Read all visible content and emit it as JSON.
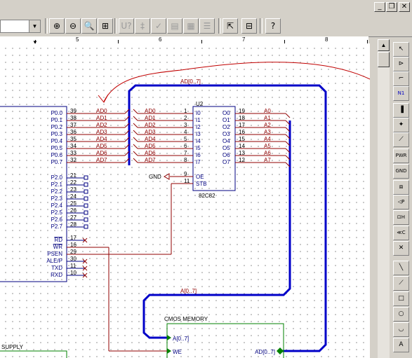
{
  "window_buttons": {
    "minimize": "_",
    "restore": "❐",
    "close": "✕"
  },
  "toolbar": {
    "buttons": [
      {
        "name": "zoom-in-icon",
        "glyph": "⊕"
      },
      {
        "name": "zoom-out-icon",
        "glyph": "⊖"
      },
      {
        "name": "zoom-area-icon",
        "glyph": "🔍"
      },
      {
        "name": "zoom-all-icon",
        "glyph": "⊞"
      },
      {
        "name": "unknown-part-icon",
        "glyph": "U?"
      },
      {
        "name": "annotate-icon",
        "glyph": "‡"
      },
      {
        "name": "drc-check-icon",
        "glyph": "✓"
      },
      {
        "name": "bom-icon",
        "glyph": "▤"
      },
      {
        "name": "netlist-icon",
        "glyph": "▦"
      },
      {
        "name": "report-icon",
        "glyph": "☰"
      },
      {
        "name": "select-icon",
        "glyph": "⇱"
      },
      {
        "name": "hierarchy-icon",
        "glyph": "⊟"
      },
      {
        "name": "help-icon",
        "glyph": "?"
      }
    ]
  },
  "ruler": {
    "ticks": [
      "5",
      "6",
      "7",
      "8"
    ]
  },
  "palette": {
    "tools": [
      {
        "name": "select-arrow-icon",
        "glyph": "↖"
      },
      {
        "name": "port-icon",
        "glyph": "⊳"
      },
      {
        "name": "wire-icon",
        "glyph": "⌐"
      },
      {
        "name": "net-label-icon",
        "glyph": "N1"
      },
      {
        "name": "bus-icon",
        "glyph": "▐"
      },
      {
        "name": "junction-icon",
        "glyph": "✦"
      },
      {
        "name": "bus-entry-icon",
        "glyph": "⟋"
      },
      {
        "name": "power-icon",
        "glyph": "PWR"
      },
      {
        "name": "ground-icon",
        "glyph": "GND"
      },
      {
        "name": "sheet-icon",
        "glyph": "⧈"
      },
      {
        "name": "offpage-connector-icon",
        "glyph": "◁P"
      },
      {
        "name": "sheet-entry-icon",
        "glyph": "⊡H"
      },
      {
        "name": "no-connect-arrow-icon",
        "glyph": "≪C"
      },
      {
        "name": "no-connect-icon",
        "glyph": "✕"
      },
      {
        "name": "line-icon",
        "glyph": "╲"
      },
      {
        "name": "polyline-icon",
        "glyph": "⟋"
      },
      {
        "name": "rectangle-icon",
        "glyph": "□"
      },
      {
        "name": "ellipse-icon",
        "glyph": "○"
      },
      {
        "name": "arc-icon",
        "glyph": "◡"
      },
      {
        "name": "text-icon",
        "glyph": "A"
      }
    ]
  },
  "schematic": {
    "mcu_pins_p0": [
      "P0.0",
      "P0.1",
      "P0.2",
      "P0.3",
      "P0.4",
      "P0.5",
      "P0.6",
      "P0.7"
    ],
    "mcu_pin_nums_p0": [
      "39",
      "38",
      "37",
      "36",
      "35",
      "34",
      "33",
      "32"
    ],
    "net_labels_ad": [
      "AD0",
      "AD1",
      "AD2",
      "AD3",
      "AD4",
      "AD5",
      "AD6",
      "AD7"
    ],
    "mcu_pins_p2": [
      "P2.0",
      "P2.1",
      "P2.2",
      "P2.3",
      "P2.4",
      "P2.5",
      "P2.6",
      "P2.7"
    ],
    "mcu_pin_nums_p2": [
      "21",
      "22",
      "23",
      "24",
      "25",
      "26",
      "27",
      "28"
    ],
    "mcu_pins_ctrl": [
      "RD",
      "WR",
      "PSEN",
      "ALE/P",
      "TXD",
      "RXD"
    ],
    "mcu_pin_nums_ctrl": [
      "17",
      "16",
      "29",
      "30",
      "11",
      "10"
    ],
    "latch_in_nums": [
      "1",
      "2",
      "3",
      "4",
      "5",
      "6",
      "7",
      "8"
    ],
    "latch_in_names": [
      "I0",
      "I1",
      "I2",
      "I3",
      "I4",
      "I5",
      "I6",
      "I7"
    ],
    "latch_out_names": [
      "O0",
      "O1",
      "O2",
      "O3",
      "O4",
      "O5",
      "O6",
      "O7"
    ],
    "latch_out_nums": [
      "19",
      "18",
      "17",
      "16",
      "15",
      "14",
      "13",
      "12"
    ],
    "net_labels_a": [
      "A0",
      "A1",
      "A2",
      "A3",
      "A4",
      "A5",
      "A6",
      "A7"
    ],
    "latch_ref": "U2",
    "latch_part": "82C82",
    "oe_pin": "OE",
    "oe_num": "9",
    "stb_pin": "STB",
    "stb_num": "11",
    "gnd_label": "GND",
    "bus_label_top": "AD[0..7]",
    "bus_label_mid": "A[0..7]",
    "memory_title": "CMOS MEMORY",
    "memory_port_a": "A[0..7]",
    "memory_port_we": "WE",
    "memory_port_ad": "AD[0..7]",
    "supply_label": "SUPPLY"
  }
}
